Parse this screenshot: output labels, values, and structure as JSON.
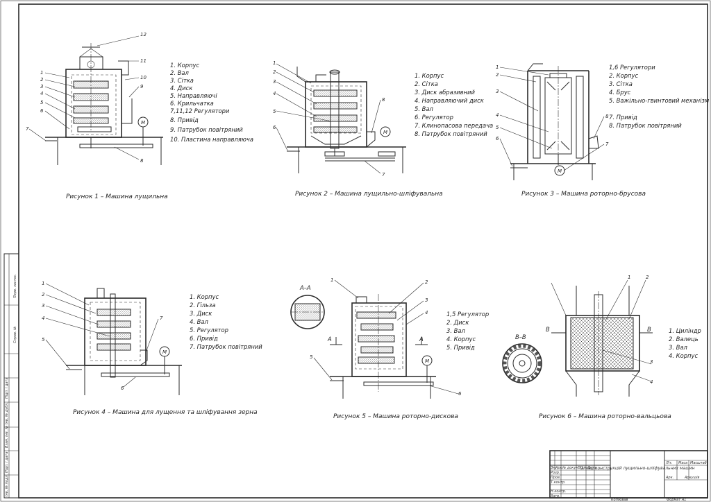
{
  "figures": [
    {
      "caption": "Рисунок 1 – Машина лущильна",
      "legend": [
        "1. Корпус",
        "2. Вал",
        "3. Сітка",
        "4. Диск",
        "5. Направляючі",
        "6. Крильчатка",
        "7,11,12 Регулятори",
        "8. Привід",
        "9. Патрубок повітряний",
        "10. Пластина направляюча"
      ],
      "callouts": [
        "12",
        "11",
        "10",
        "9",
        "1",
        "2",
        "3",
        "4",
        "5",
        "6",
        "7",
        "8",
        "M"
      ]
    },
    {
      "caption": "Рисунок 2 – Машина лущильно-шліфувальна",
      "legend": [
        "1. Корпус",
        "2. Сітка",
        "3. Диск абразивний",
        "4. Направляючий диск",
        "5. Вал",
        "6. Регулятор",
        "7. Клинопасова передача",
        "8. Патрубок повітряний"
      ],
      "callouts": [
        "1",
        "2",
        "3",
        "4",
        "5",
        "6",
        "7",
        "8",
        "M"
      ]
    },
    {
      "caption": "Рисунок 3 – Машина роторно-брусова",
      "legend": [
        "1,6 Регулятори",
        "2. Корпус",
        "3. Сітка",
        "4. Брус",
        "5. Важільно-гвинтовий механізм",
        "7. Привід",
        "8. Патрубок повітряний"
      ],
      "callouts": [
        "1",
        "2",
        "3",
        "4",
        "5",
        "6",
        "7",
        "8",
        "M"
      ]
    },
    {
      "caption": "Рисунок 4 – Машина для лущення та шліфування зерна",
      "legend": [
        "1. Корпус",
        "2. Гільза",
        "3. Диск",
        "4. Вал",
        "5. Регулятор",
        "6. Привід",
        "7. Патрубок повітряний"
      ],
      "callouts": [
        "1",
        "2",
        "3",
        "4",
        "5",
        "6",
        "7",
        "M"
      ]
    },
    {
      "caption": "Рисунок 5 – Машина роторно-дискова",
      "legend": [
        "1,5 Регулятор",
        "2. Диск",
        "3. Вал",
        "4. Корпус",
        "5. Привід"
      ],
      "callouts": [
        "1",
        "2",
        "3",
        "4",
        "5",
        "6",
        "M"
      ],
      "section_label": "А–А",
      "section_marks": [
        "А",
        "А"
      ]
    },
    {
      "caption": "Рисунок 6 – Машина роторно-вальцьова",
      "legend": [
        "1. Циліндр",
        "2. Валець",
        "3. Вал",
        "4. Корпус"
      ],
      "callouts": [
        "1",
        "2",
        "3",
        "4"
      ],
      "section_label": "В–В",
      "section_marks": [
        "В",
        "В"
      ]
    }
  ],
  "title_block": {
    "title": "Огляд конструкцій лущильно-шліфувальних машин",
    "rows": [
      "Розр.",
      "Пров.",
      "Т.контр.",
      "Н.контр.",
      "Затв."
    ],
    "cols": [
      "Зм.",
      "Арк.",
      "№ докум.",
      "Підп.",
      "Дата"
    ],
    "right": [
      "Літ.",
      "Маса",
      "Масштаб",
      "Арк.",
      "Аркушів"
    ],
    "footer_left": "Копіював",
    "footer_right": "Формат А1"
  },
  "margin_strip": [
    "Перв. застос.",
    "Справ. №",
    "Підп. і дата",
    "Інв. № дубл.",
    "Взам. інв. №",
    "Підп. і дата",
    "Інв. № подл."
  ]
}
